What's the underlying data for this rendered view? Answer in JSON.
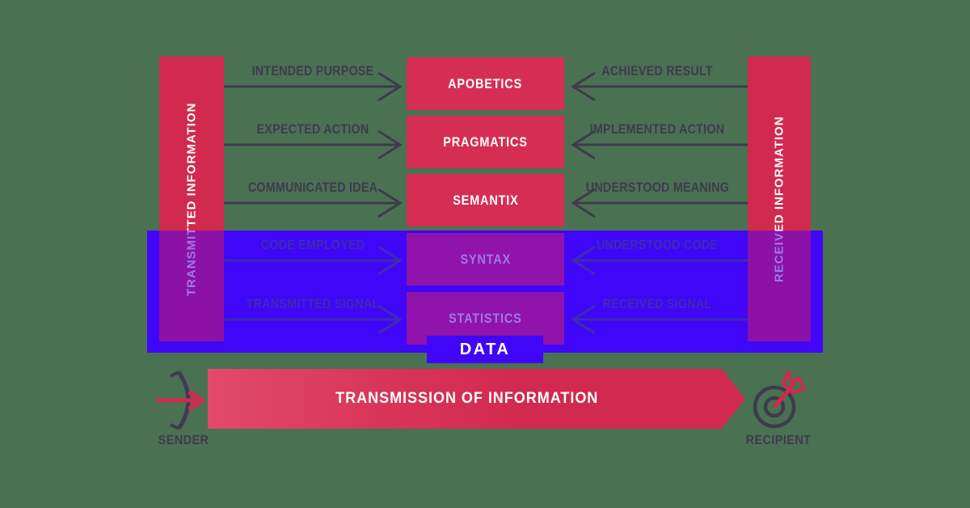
{
  "diagram_title": "TRANSMISSION OF INFORMATION",
  "colors": {
    "background_green": "#4A7152",
    "crimson": "#D2294E",
    "box_crimson": "#D62E53",
    "data_zone_blue": "#3F06F7",
    "overlap_purple": "#8C11A6",
    "dark_text": "#3E3B4E",
    "lavender_text": "#9C7BE8",
    "data_zone_dark_text": "#3E2BB1",
    "white": "#FFFFFF"
  },
  "left_bar": {
    "label": "TRANSMITTED INFORMATION"
  },
  "right_bar": {
    "label": "RECEIVED INFORMATION"
  },
  "rows": [
    {
      "left_label": "INTENDED PURPOSE",
      "box": "APOBETICS",
      "right_label": "ACHIEVED RESULT",
      "zone": "information"
    },
    {
      "left_label": "EXPECTED ACTION",
      "box": "PRAGMATICS",
      "right_label": "IMPLEMENTED ACTION",
      "zone": "information"
    },
    {
      "left_label": "COMMUNICATED IDEA",
      "box": "SEMANTIX",
      "right_label": "UNDERSTOOD MEANING",
      "zone": "information"
    },
    {
      "left_label": "CODE EMPLOYED",
      "box": "SYNTAX",
      "right_label": "UNDERSTOOD CODE",
      "zone": "data"
    },
    {
      "left_label": "TRANSMITTED SIGNAL",
      "box": "STATISTICS",
      "right_label": "RECEIVED SIGNAL",
      "zone": "data"
    }
  ],
  "data_overlay": {
    "label": "DATA"
  },
  "banner": {
    "label": "TRANSMISSION OF INFORMATION"
  },
  "sender": {
    "label": "SENDER",
    "icon": "bow-arrow-icon"
  },
  "recipient": {
    "label": "RECIPIENT",
    "icon": "target-dart-icon"
  }
}
